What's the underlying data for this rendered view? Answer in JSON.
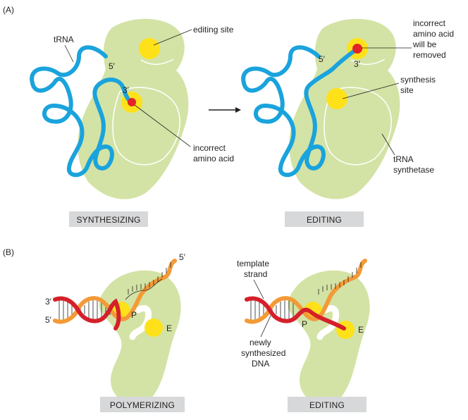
{
  "panel_a": {
    "label": "(A)",
    "trna": "tRNA",
    "five_prime_left": "5′",
    "three_prime_left": "3′",
    "editing_site": "editing site",
    "incorrect_amino_acid": [
      "incorrect",
      "amino acid"
    ],
    "five_prime_right": "5′",
    "three_prime_right": "3′",
    "will_be_removed": [
      "incorrect",
      "amino acid",
      "will be",
      "removed"
    ],
    "synthesis_site": [
      "synthesis",
      "site"
    ],
    "trna_synthetase": [
      "tRNA",
      "synthetase"
    ],
    "synthesizing": "SYNTHESIZING",
    "editing": "EDITING"
  },
  "panel_b": {
    "label": "(B)",
    "three_prime": "3′",
    "five_prime_left": "5′",
    "five_prime_top": "5′",
    "p_left": "P",
    "e_left": "E",
    "template_strand": [
      "template",
      "strand"
    ],
    "newly_synthesized": [
      "newly",
      "synthesized",
      "DNA"
    ],
    "p_right": "P",
    "e_right": "E",
    "polymerizing": "POLYMERIZING",
    "editing": "EDITING"
  },
  "colors": {
    "enzyme": "#d3e3a5",
    "trna": "#1aa3dc",
    "site": "#ffe11a",
    "amino": "#e3222a",
    "template": "#f39a37",
    "new_dna": "#d4202a",
    "button": "#d7d8d9"
  }
}
